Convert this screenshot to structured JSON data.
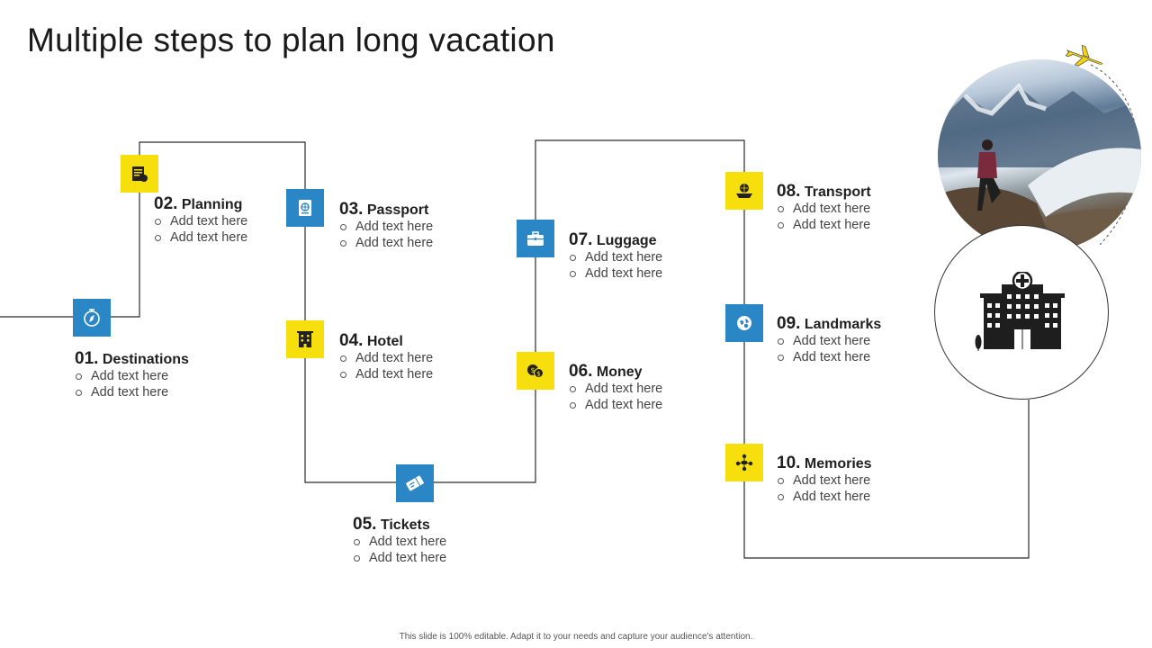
{
  "title": "Multiple steps to plan long vacation",
  "steps": [
    {
      "num": "01.",
      "label": "Destinations",
      "items": [
        "Add text here",
        "Add text here"
      ],
      "icon": "compass-icon",
      "color": "#2a86c4"
    },
    {
      "num": "02.",
      "label": "Planning",
      "items": [
        "Add text here",
        "Add text here"
      ],
      "icon": "calendar-plan-icon",
      "color": "#f6df0c"
    },
    {
      "num": "03.",
      "label": "Passport",
      "items": [
        "Add text here",
        "Add text here"
      ],
      "icon": "passport-icon",
      "color": "#2a86c4"
    },
    {
      "num": "04.",
      "label": "Hotel",
      "items": [
        "Add text here",
        "Add text here"
      ],
      "icon": "hotel-building-icon",
      "color": "#f6df0c"
    },
    {
      "num": "05.",
      "label": "Tickets",
      "items": [
        "Add text here",
        "Add text here"
      ],
      "icon": "ticket-icon",
      "color": "#2a86c4"
    },
    {
      "num": "06.",
      "label": "Money",
      "items": [
        "Add text here",
        "Add text here"
      ],
      "icon": "coins-icon",
      "color": "#f6df0c"
    },
    {
      "num": "07.",
      "label": "Luggage",
      "items": [
        "Add text here",
        "Add text here"
      ],
      "icon": "suitcase-icon",
      "color": "#2a86c4"
    },
    {
      "num": "08.",
      "label": "Transport",
      "items": [
        "Add text here",
        "Add text here"
      ],
      "icon": "ship-icon",
      "color": "#f6df0c"
    },
    {
      "num": "09.",
      "label": "Landmarks",
      "items": [
        "Add text here",
        "Add text here"
      ],
      "icon": "globe-pin-icon",
      "color": "#2a86c4"
    },
    {
      "num": "10.",
      "label": "Memories",
      "items": [
        "Add text here",
        "Add text here"
      ],
      "icon": "people-network-icon",
      "color": "#f6df0c"
    }
  ],
  "footer": "This slide is 100% editable. Adapt it to your needs and capture your audience's attention."
}
